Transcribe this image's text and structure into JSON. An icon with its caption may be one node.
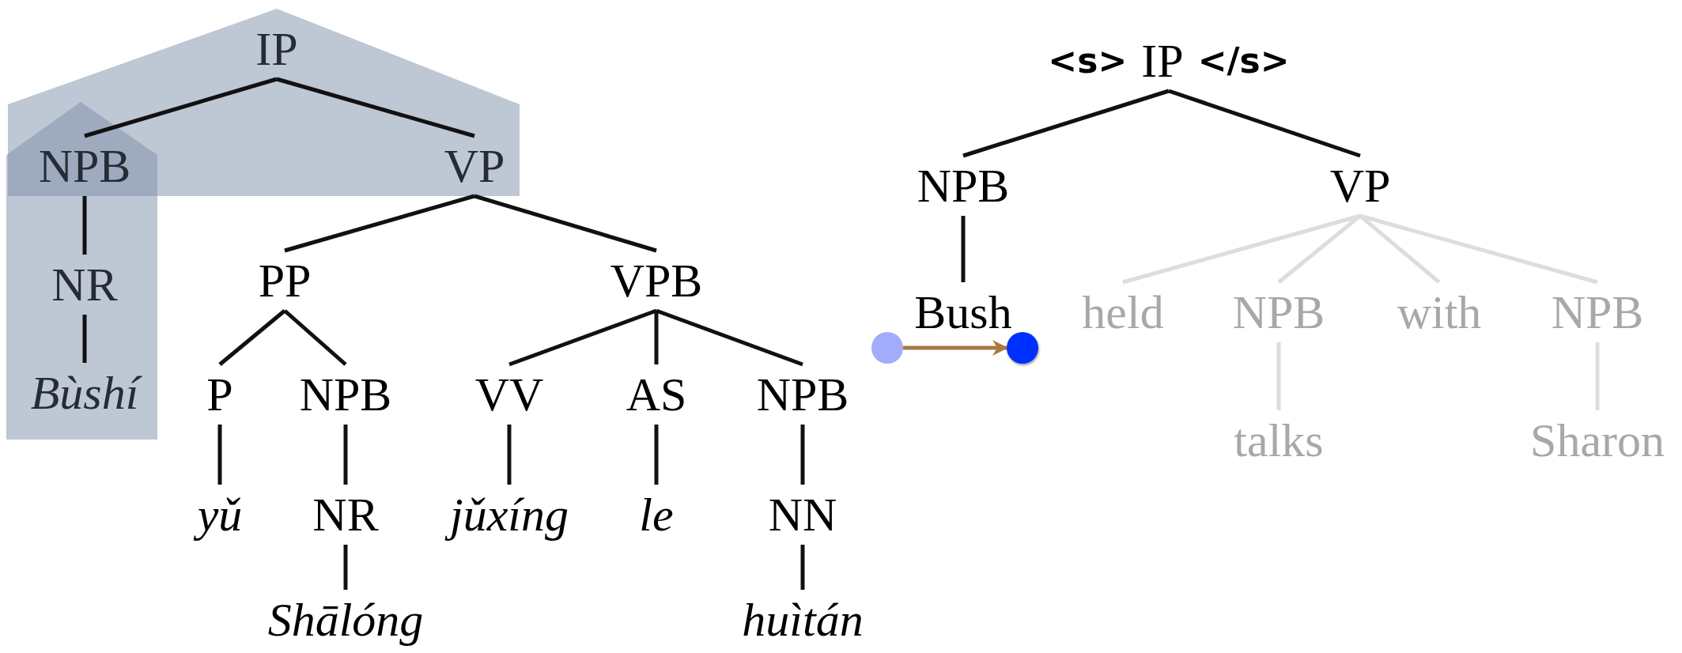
{
  "diagram": {
    "nodes": [
      {
        "text": [
          "IP"
        ]
      },
      {
        "text": [
          "NPB"
        ]
      },
      {
        "text": [
          "VP"
        ]
      },
      {
        "text": [
          "NR"
        ]
      },
      {
        "text": [
          "Bùshí"
        ]
      },
      {
        "text": [
          "PP"
        ]
      },
      {
        "text": [
          "VPB"
        ]
      },
      {
        "text": [
          "P"
        ]
      },
      {
        "text": [
          "NPB"
        ]
      },
      {
        "text": [
          "VV"
        ]
      },
      {
        "text": [
          "AS"
        ]
      },
      {
        "text": [
          "NPB"
        ]
      },
      {
        "text": [
          "yǔ"
        ]
      },
      {
        "text": [
          "NR"
        ]
      },
      {
        "text": [
          "jǔxíng"
        ]
      },
      {
        "text": [
          "le"
        ]
      },
      {
        "text": [
          "NN"
        ]
      },
      {
        "text": [
          "Shālóng"
        ]
      },
      {
        "text": [
          "huìtán"
        ]
      },
      {
        "text": [
          "IP"
        ],
        "beside": [
          "<s>",
          "</s>"
        ]
      },
      {
        "text": [
          "NPB"
        ]
      },
      {
        "text": [
          "VP"
        ]
      },
      {
        "text": [
          "Bush"
        ]
      },
      {
        "text": [
          "held"
        ]
      },
      {
        "text": [
          "NPB"
        ]
      },
      {
        "text": [
          "with"
        ]
      },
      {
        "text": [
          "NPB"
        ]
      },
      {
        "text": [
          "talks"
        ]
      },
      {
        "text": [
          "Sharon"
        ]
      },
      {
        "text": [],
        "shape": "circle"
      },
      {
        "text": [],
        "shape": "circle"
      }
    ],
    "edges": [
      {
        "from": 0,
        "to": 1,
        "arrow": "none"
      },
      {
        "from": 0,
        "to": 2,
        "arrow": "none"
      },
      {
        "from": 1,
        "to": 3,
        "arrow": "none"
      },
      {
        "from": 3,
        "to": 4,
        "arrow": "none"
      },
      {
        "from": 2,
        "to": 5,
        "arrow": "none"
      },
      {
        "from": 2,
        "to": 6,
        "arrow": "none"
      },
      {
        "from": 5,
        "to": 7,
        "arrow": "none"
      },
      {
        "from": 5,
        "to": 8,
        "arrow": "none"
      },
      {
        "from": 6,
        "to": 9,
        "arrow": "none"
      },
      {
        "from": 6,
        "to": 10,
        "arrow": "none"
      },
      {
        "from": 6,
        "to": 11,
        "arrow": "none"
      },
      {
        "from": 7,
        "to": 12,
        "arrow": "none"
      },
      {
        "from": 8,
        "to": 13,
        "arrow": "none"
      },
      {
        "from": 9,
        "to": 14,
        "arrow": "none"
      },
      {
        "from": 10,
        "to": 15,
        "arrow": "none"
      },
      {
        "from": 11,
        "to": 16,
        "arrow": "none"
      },
      {
        "from": 13,
        "to": 17,
        "arrow": "none"
      },
      {
        "from": 16,
        "to": 18,
        "arrow": "none"
      },
      {
        "from": 19,
        "to": 20,
        "arrow": "none"
      },
      {
        "from": 19,
        "to": 21,
        "arrow": "none"
      },
      {
        "from": 20,
        "to": 22,
        "arrow": "none"
      },
      {
        "from": 21,
        "to": 23,
        "arrow": "none",
        "color": "#dddddd"
      },
      {
        "from": 21,
        "to": 24,
        "arrow": "none",
        "color": "#dddddd"
      },
      {
        "from": 21,
        "to": 25,
        "arrow": "none",
        "color": "#dddddd"
      },
      {
        "from": 21,
        "to": 26,
        "arrow": "none",
        "color": "#dddddd"
      },
      {
        "from": 24,
        "to": 27,
        "arrow": "none",
        "color": "#dddddd"
      },
      {
        "from": 26,
        "to": 28,
        "arrow": "none",
        "color": "#dddddd"
      },
      {
        "from": 29,
        "to": 30,
        "arrow": "to",
        "color": "#a97a43"
      }
    ]
  }
}
